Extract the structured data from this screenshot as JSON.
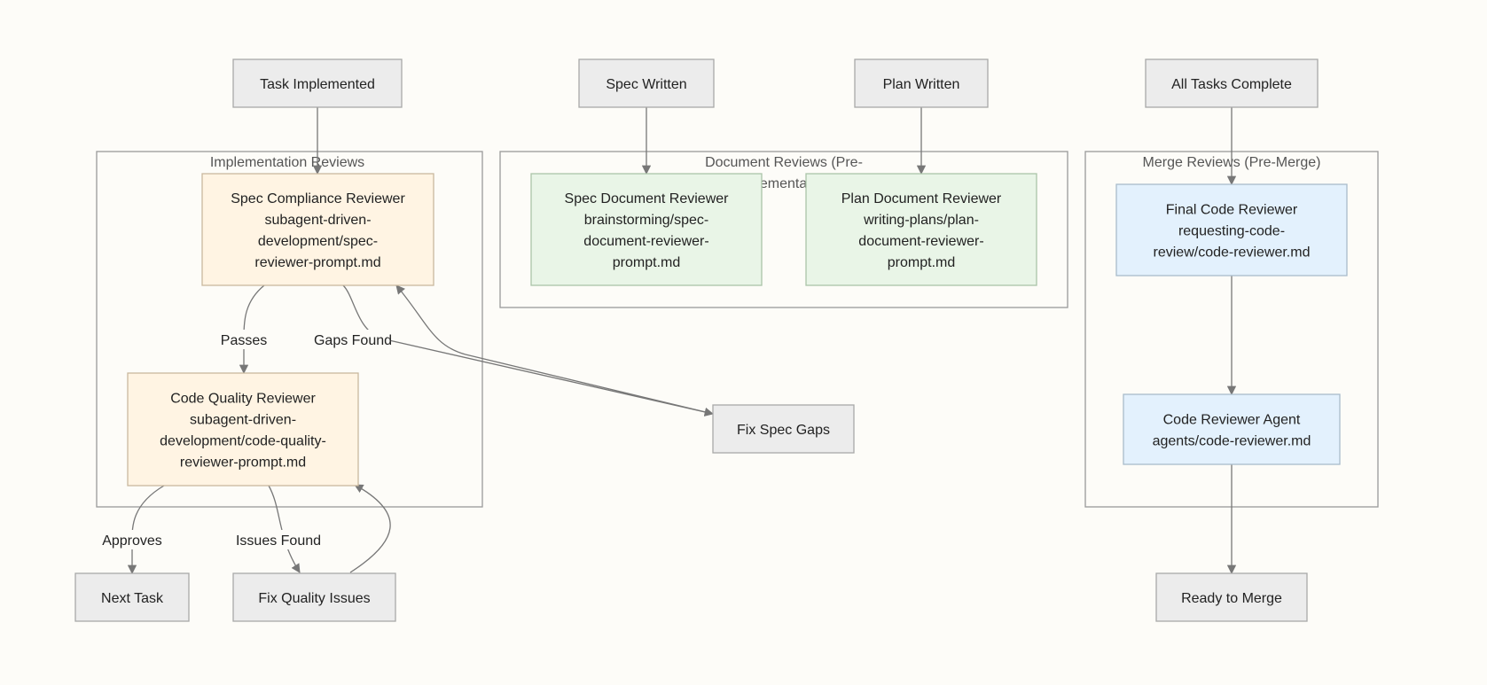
{
  "subgraphs": {
    "impl": {
      "title": "Implementation Reviews"
    },
    "doc": {
      "title_lines": [
        "Document Reviews (Pre-",
        "Implementation)"
      ]
    },
    "merge": {
      "title": "Merge Reviews (Pre-Merge)"
    }
  },
  "nodes": {
    "task_implemented": {
      "lines": [
        "Task Implemented"
      ],
      "color": "gray"
    },
    "spec_written": {
      "lines": [
        "Spec Written"
      ],
      "color": "gray"
    },
    "plan_written": {
      "lines": [
        "Plan Written"
      ],
      "color": "gray"
    },
    "all_tasks_complete": {
      "lines": [
        "All Tasks Complete"
      ],
      "color": "gray"
    },
    "spec_compliance_reviewer": {
      "lines": [
        "Spec Compliance Reviewer",
        "subagent-driven-",
        "development/spec-",
        "reviewer-prompt.md"
      ],
      "color": "orange"
    },
    "code_quality_reviewer": {
      "lines": [
        "Code Quality Reviewer",
        "subagent-driven-",
        "development/code-quality-",
        "reviewer-prompt.md"
      ],
      "color": "orange"
    },
    "spec_document_reviewer": {
      "lines": [
        "Spec Document Reviewer",
        "brainstorming/spec-",
        "document-reviewer-",
        "prompt.md"
      ],
      "color": "green"
    },
    "plan_document_reviewer": {
      "lines": [
        "Plan Document Reviewer",
        "writing-plans/plan-",
        "document-reviewer-",
        "prompt.md"
      ],
      "color": "green"
    },
    "final_code_reviewer": {
      "lines": [
        "Final Code Reviewer",
        "requesting-code-",
        "review/code-reviewer.md"
      ],
      "color": "blue"
    },
    "code_reviewer_agent": {
      "lines": [
        "Code Reviewer Agent",
        "agents/code-reviewer.md"
      ],
      "color": "blue"
    },
    "fix_spec_gaps": {
      "lines": [
        "Fix Spec Gaps"
      ],
      "color": "gray"
    },
    "next_task": {
      "lines": [
        "Next Task"
      ],
      "color": "gray"
    },
    "fix_quality_issues": {
      "lines": [
        "Fix Quality Issues"
      ],
      "color": "gray"
    },
    "ready_to_merge": {
      "lines": [
        "Ready to Merge"
      ],
      "color": "gray"
    }
  },
  "edges": [
    {
      "id": "task_to_spec",
      "from": "Task Implemented",
      "to": "Spec Compliance Reviewer",
      "label": ""
    },
    {
      "id": "spec_passes",
      "from": "Spec Compliance Reviewer",
      "to": "Code Quality Reviewer",
      "label": "Passes"
    },
    {
      "id": "spec_gaps",
      "from": "Spec Compliance Reviewer",
      "to": "Fix Spec Gaps",
      "label": "Gaps Found"
    },
    {
      "id": "fix_gaps_back",
      "from": "Fix Spec Gaps",
      "to": "Spec Compliance Reviewer",
      "label": ""
    },
    {
      "id": "quality_approves",
      "from": "Code Quality Reviewer",
      "to": "Next Task",
      "label": "Approves"
    },
    {
      "id": "quality_issues",
      "from": "Code Quality Reviewer",
      "to": "Fix Quality Issues",
      "label": "Issues Found"
    },
    {
      "id": "fix_issues_back",
      "from": "Fix Quality Issues",
      "to": "Code Quality Reviewer",
      "label": ""
    },
    {
      "id": "spec_written_to_reviewer",
      "from": "Spec Written",
      "to": "Spec Document Reviewer",
      "label": ""
    },
    {
      "id": "plan_written_to_reviewer",
      "from": "Plan Written",
      "to": "Plan Document Reviewer",
      "label": ""
    },
    {
      "id": "all_tasks_to_final",
      "from": "All Tasks Complete",
      "to": "Final Code Reviewer",
      "label": ""
    },
    {
      "id": "final_to_agent",
      "from": "Final Code Reviewer",
      "to": "Code Reviewer Agent",
      "label": ""
    },
    {
      "id": "agent_to_ready",
      "from": "Code Reviewer Agent",
      "to": "Ready to Merge",
      "label": ""
    }
  ]
}
